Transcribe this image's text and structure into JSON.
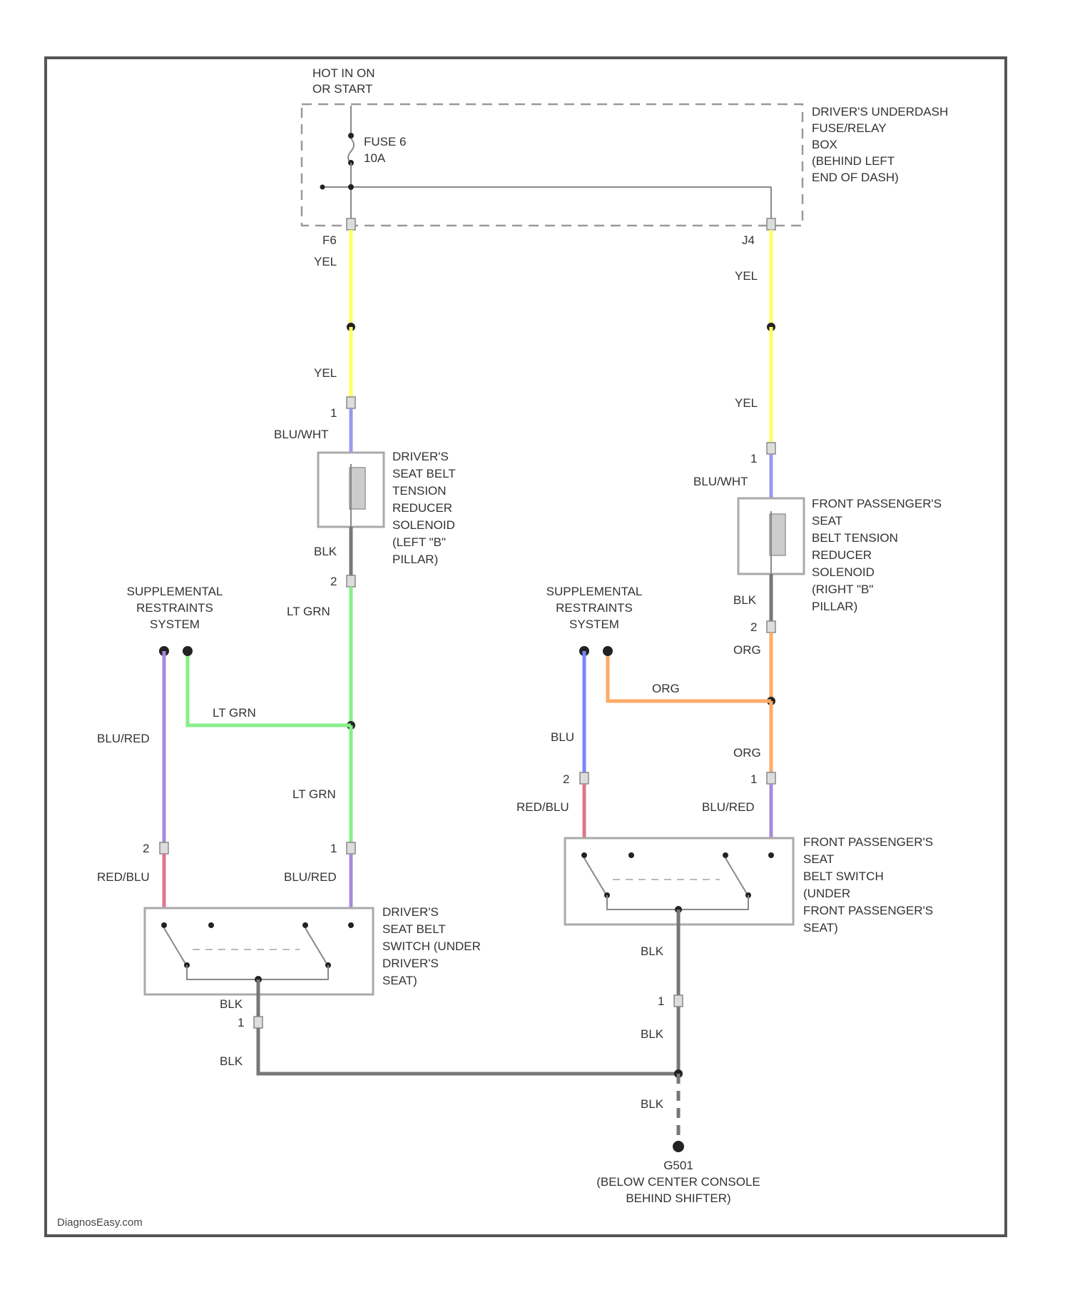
{
  "colors": {
    "yel": "#ffff66",
    "blu_wht": "#9999ee",
    "blk": "#777777",
    "lt_grn": "#88ee88",
    "blu_red": "#aa88dd",
    "red_blu": "#dd7788",
    "blu": "#7788ff",
    "org": "#ffaa66"
  },
  "labels": {
    "hot_line1": "HOT IN ON",
    "hot_line2": "OR START",
    "fuse_line1": "FUSE 6",
    "fuse_line2": "10A",
    "fusebox_line1": "DRIVER'S UNDERDASH",
    "fusebox_line2": "FUSE/RELAY",
    "fusebox_line3": "BOX",
    "fusebox_line4": "(BEHIND LEFT",
    "fusebox_line5": "END OF DASH)",
    "terminal_left": "F6",
    "terminal_right": "J4",
    "yel": "YEL",
    "blu_wht": "BLU/WHT",
    "blk": "BLK",
    "lt_grn": "LT GRN",
    "blu_red": "BLU/RED",
    "red_blu": "RED/BLU",
    "blu": "BLU",
    "org": "ORG",
    "pin1": "1",
    "pin2": "2",
    "drv_sol_line1": "DRIVER'S",
    "drv_sol_line2": "SEAT BELT",
    "drv_sol_line3": "TENSION",
    "drv_sol_line4": "REDUCER",
    "drv_sol_line5": "SOLENOID",
    "drv_sol_line6": "(LEFT \"B\"",
    "drv_sol_line7": "PILLAR)",
    "pas_sol_line1": "FRONT PASSENGER'S",
    "pas_sol_line2": "SEAT",
    "pas_sol_line3": "BELT TENSION",
    "pas_sol_line4": "REDUCER",
    "pas_sol_line5": "SOLENOID",
    "pas_sol_line6": "(RIGHT \"B\"",
    "pas_sol_line7": "PILLAR)",
    "srs_line1": "SUPPLEMENTAL",
    "srs_line2": "RESTRAINTS",
    "srs_line3": "SYSTEM",
    "drv_sw_line1": "DRIVER'S",
    "drv_sw_line2": "SEAT BELT",
    "drv_sw_line3": "SWITCH (UNDER",
    "drv_sw_line4": "DRIVER'S",
    "drv_sw_line5": "SEAT)",
    "pas_sw_line1": "FRONT PASSENGER'S",
    "pas_sw_line2": "SEAT",
    "pas_sw_line3": "BELT SWITCH",
    "pas_sw_line4": "(UNDER",
    "pas_sw_line5": "FRONT PASSENGER'S",
    "pas_sw_line6": "SEAT)",
    "ground_line1": "G501",
    "ground_line2": "(BELOW CENTER CONSOLE",
    "ground_line3": "BEHIND SHIFTER)",
    "watermark": "DiagnosEasy.com"
  }
}
